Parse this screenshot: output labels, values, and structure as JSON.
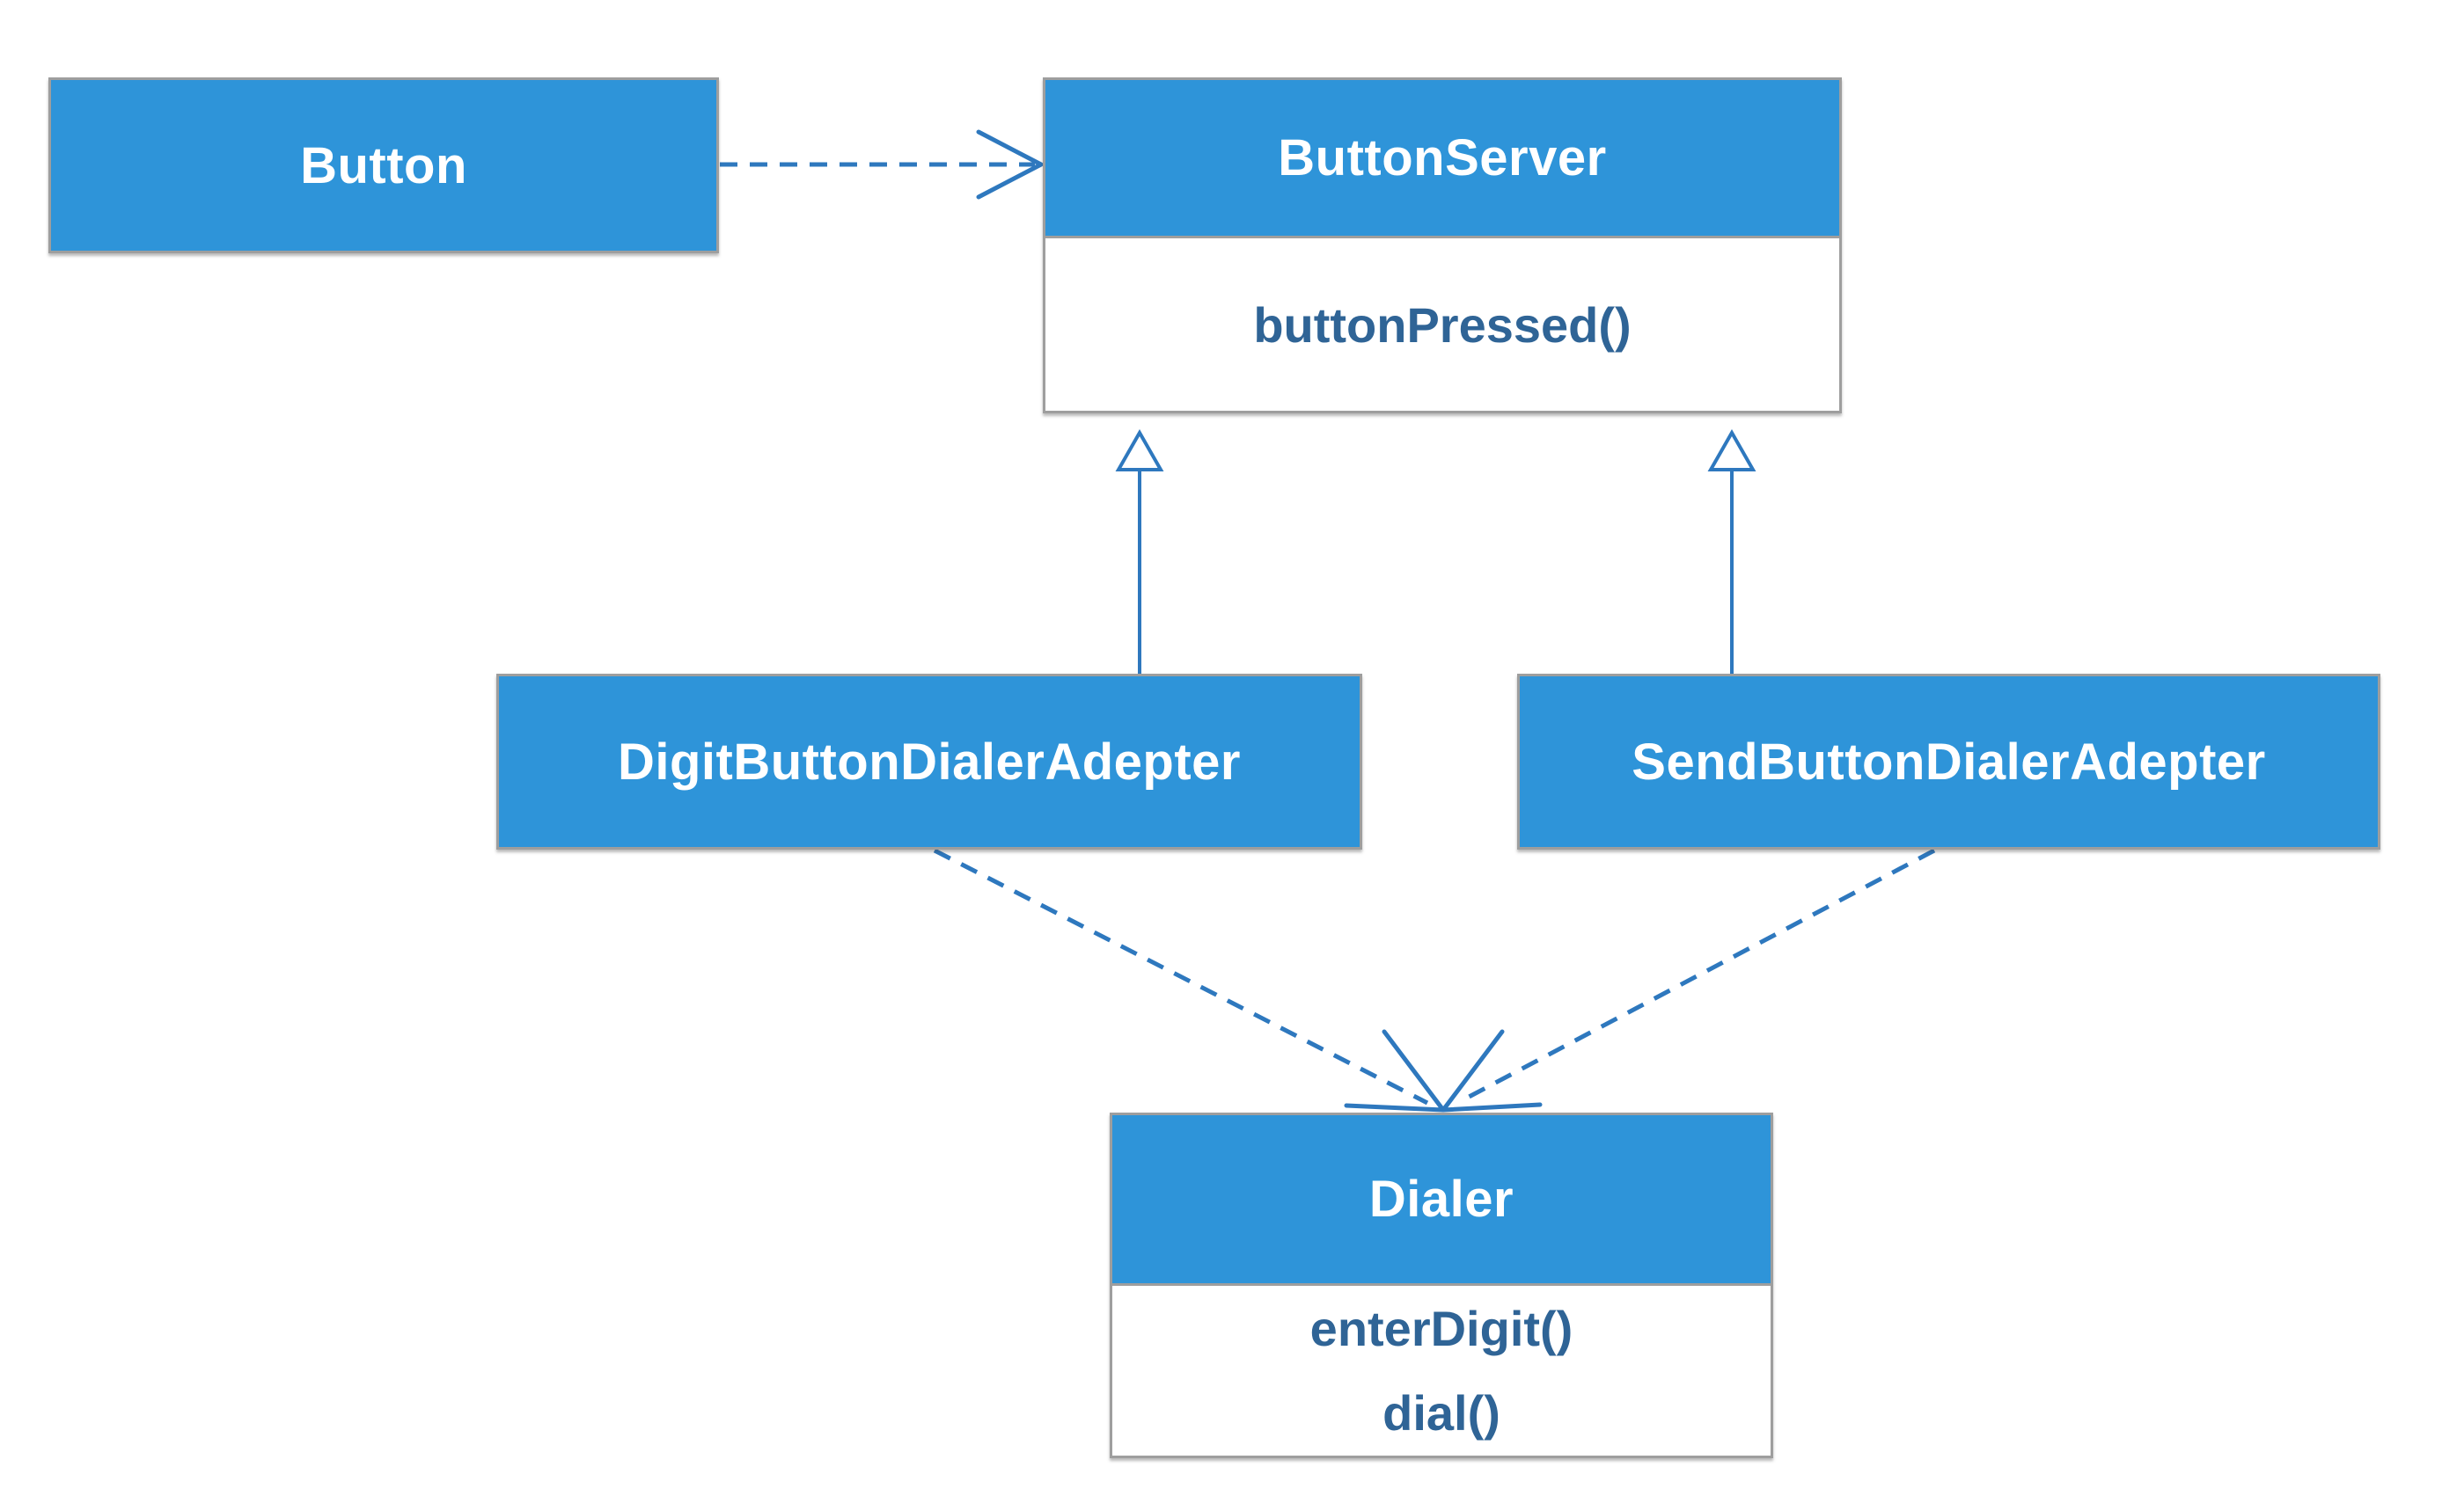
{
  "diagram": {
    "type": "uml-class-diagram",
    "background": "#ffffff",
    "colors": {
      "class_fill": "#2E94D9",
      "class_border": "#9e9e9e",
      "class_name_text": "#ffffff",
      "method_text": "#2F6496",
      "connector": "#2E78BE"
    },
    "classes": [
      {
        "name": "Button",
        "methods": []
      },
      {
        "name": "ButtonServer",
        "methods": [
          "buttonPressed()"
        ]
      },
      {
        "name": "DigitButtonDialerAdepter",
        "methods": []
      },
      {
        "name": "SendButtonDialerAdepter",
        "methods": []
      },
      {
        "name": "Dialer",
        "methods": [
          "enterDigit()",
          "dial()"
        ]
      }
    ],
    "relations": [
      {
        "from": "Button",
        "to": "ButtonServer",
        "type": "dependency",
        "style": "dashed-open-arrow"
      },
      {
        "from": "DigitButtonDialerAdepter",
        "to": "ButtonServer",
        "type": "generalization",
        "style": "solid-hollow-triangle"
      },
      {
        "from": "SendButtonDialerAdepter",
        "to": "ButtonServer",
        "type": "generalization",
        "style": "solid-hollow-triangle"
      },
      {
        "from": "DigitButtonDialerAdepter",
        "to": "Dialer",
        "type": "dependency",
        "style": "dashed-open-arrow"
      },
      {
        "from": "SendButtonDialerAdepter",
        "to": "Dialer",
        "type": "dependency",
        "style": "dashed-open-arrow"
      }
    ]
  }
}
